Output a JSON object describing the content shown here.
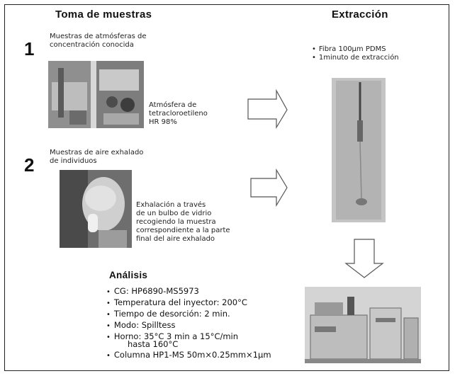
{
  "sections": {
    "sampling_title": "Toma de muestras",
    "extraction_title": "Extracción",
    "analysis_title": "Análisis"
  },
  "step1": {
    "number": "1",
    "heading_lines": [
      "Muestras de atmósferas de",
      "concentración conocida"
    ],
    "caption_lines": [
      "Atmósfera de",
      "tetracloroetileno",
      "HR 98%"
    ]
  },
  "step2": {
    "number": "2",
    "heading_lines": [
      "Muestras de aire exhalado",
      "de individuos"
    ],
    "caption_lines": [
      "Exhalación a través",
      "de un bulbo de vidrio",
      "recogiendo la muestra",
      "correspondiente a la parte",
      "final del aire exhalado"
    ]
  },
  "extraction": {
    "items": [
      "Fibra 100µm PDMS",
      "1minuto de extracción"
    ]
  },
  "analysis": {
    "items": [
      "CG: HP6890-MS5973",
      "Temperatura del inyector: 200°C",
      "Tiempo de desorción: 2 min.",
      "Modo: Spilltess",
      "Horno: 35°C 3 min a 15°C/min",
      "Columna HP1-MS 50m×0.25mm×1µm"
    ],
    "oven_continuation": "hasta 160°C"
  },
  "colors": {
    "border": "#222222",
    "arrow_stroke": "#555555",
    "photo_gray": "#9a9a9a"
  }
}
